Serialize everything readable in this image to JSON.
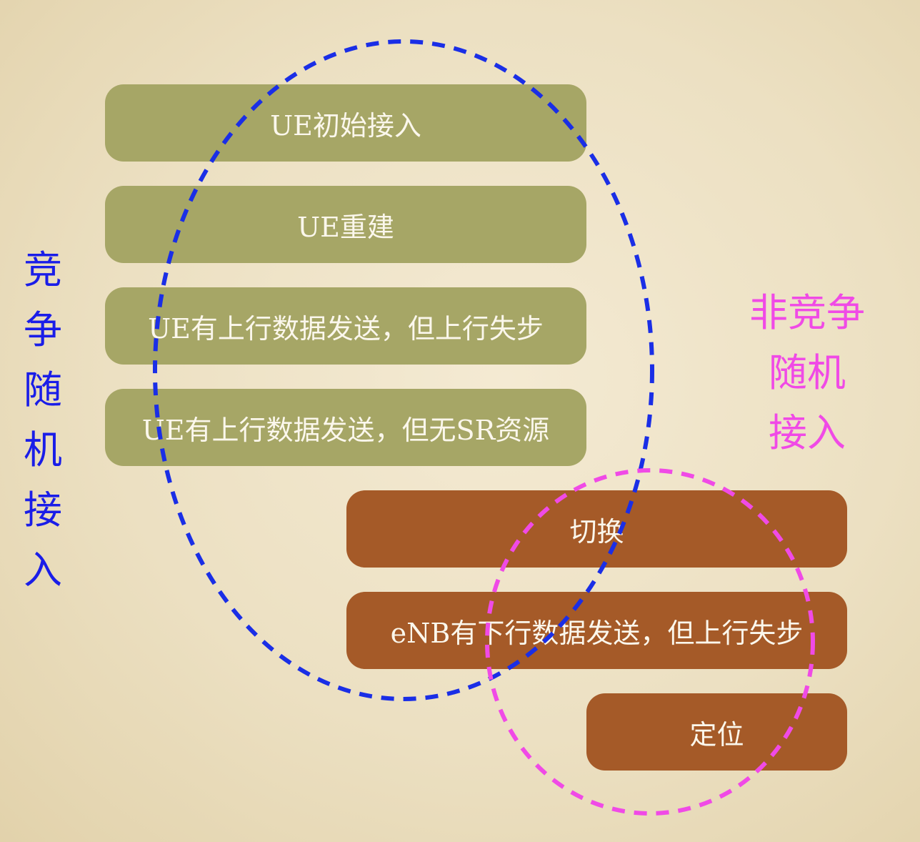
{
  "contention_label": [
    "竞",
    "争",
    "随",
    "机",
    "接",
    "入"
  ],
  "noncontention_label": [
    "非竞争",
    "随机",
    "接入"
  ],
  "contention_cases": [
    "UE初始接入",
    "UE重建",
    "UE有上行数据发送，但上行失步",
    "UE有上行数据发送，但无SR资源"
  ],
  "noncontention_cases": [
    "切换",
    "eNB有下行数据发送，但上行失步",
    "定位"
  ],
  "colors": {
    "contention": "#1a1de8",
    "noncontention": "#f04ae6",
    "contention_box": "#a6a666",
    "noncontention_box": "#a55a28"
  }
}
